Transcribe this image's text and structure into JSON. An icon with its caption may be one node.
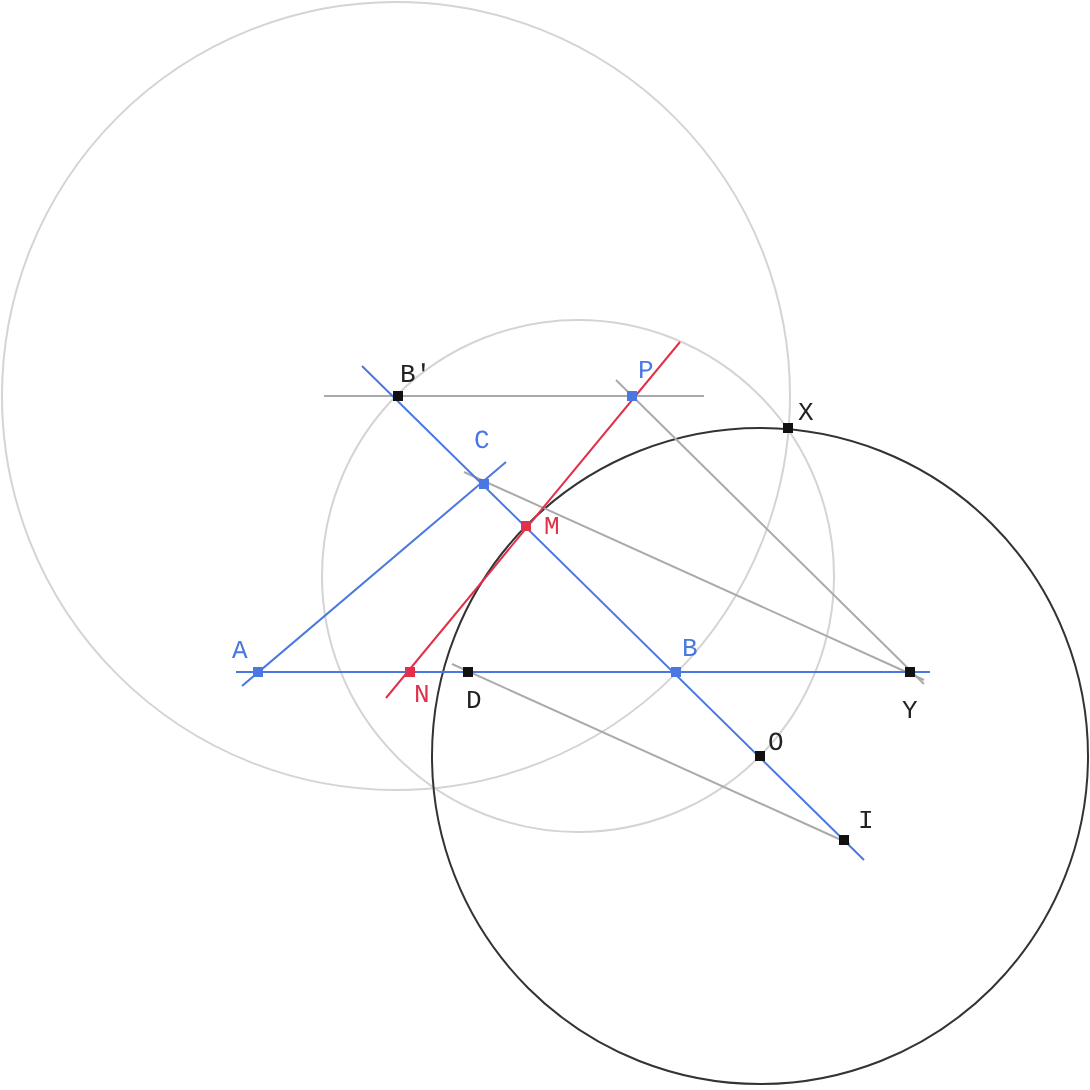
{
  "diagram": {
    "labels": [
      "B'",
      "P",
      "X",
      "C",
      "M",
      "A",
      "B",
      "N",
      "D",
      "Y",
      "O",
      "I"
    ]
  }
}
